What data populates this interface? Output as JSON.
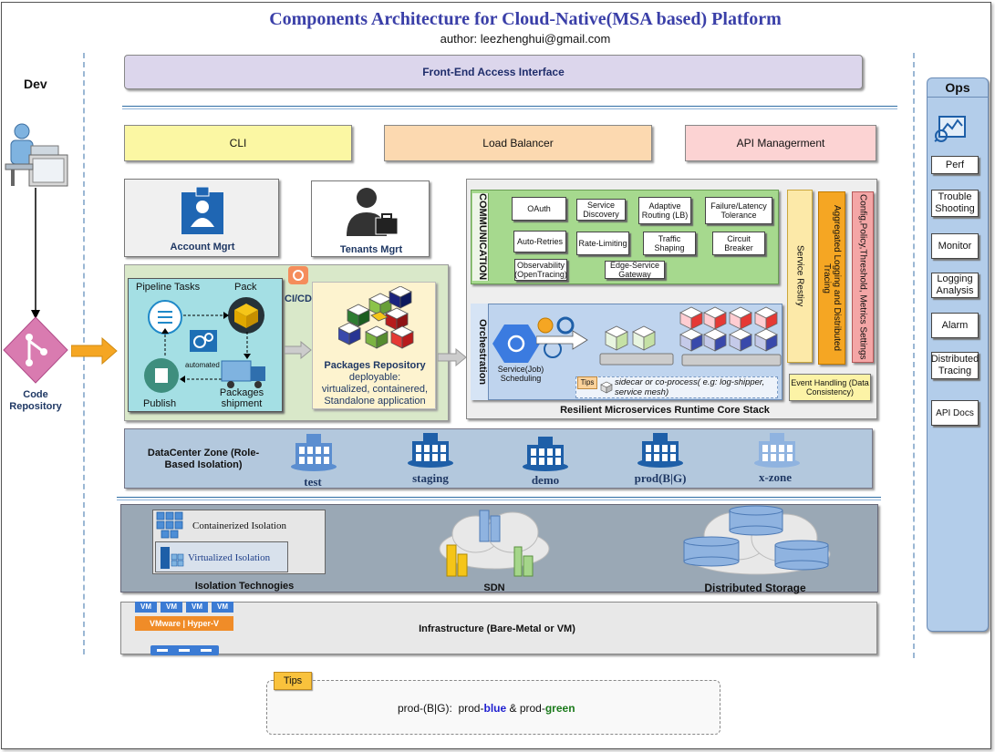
{
  "title": "Components Architecture for Cloud-Native(MSA based) Platform",
  "author": "author: leezhenghui@gmail.com",
  "dev": {
    "label": "Dev",
    "code_repo": "Code Repository"
  },
  "ops": {
    "label": "Ops",
    "items": [
      "Perf",
      "Trouble Shooting",
      "Monitor",
      "Logging Analysis",
      "Alarm",
      "Distributed Tracing",
      "API Docs"
    ]
  },
  "frontend": "Front-End Access Interface",
  "access": {
    "cli": "CLI",
    "lb": "Load Balancer",
    "api": "API Managerment"
  },
  "account": "Account Mgrt",
  "tenants": "Tenants Mgrt",
  "cicd": {
    "label": "CI/CD",
    "pipeline_tasks": "Pipeline Tasks",
    "pack": "Pack",
    "automated": "automated",
    "publish": "Publish",
    "packages_shipment": "Packages shipment"
  },
  "packages_repo": {
    "title": "Packages Repository",
    "line1": "deployable:",
    "line2": "virtualized, containered,",
    "line3": "Standalone application"
  },
  "communication": {
    "label": "COMMUNICATION",
    "items": [
      "OAuth",
      "Service Discovery",
      "Adaptive Routing (LB)",
      "Failure/Latency Tolerance",
      "Auto-Retries",
      "Rate-Limiting",
      "Traffic Shaping",
      "Circuit Breaker",
      "Observability (OpenTracing)",
      "Edge-Service Gateway"
    ]
  },
  "orchestration": {
    "label": "Orchestration",
    "scheduling": "Service(Job) Scheduling",
    "tips_badge": "Tips",
    "tips_text": "sidecar or co-process( e.g: log-shipper, service mesh)"
  },
  "runtime_stack": "Resilient Microservices Runtime Core Stack",
  "service_registry": "Service Restiry",
  "agg_logging": "Aggregated Logging and Distributed Tracing",
  "config": "Config,Policy,Threshold, Metrics Settings",
  "event_handling": "Event Handling (Data Consistency)",
  "datacenter": {
    "label": "DataCenter Zone (Role-Based Isolation)",
    "zones": [
      "test",
      "staging",
      "demo",
      "prod(B|G)",
      "x-zone"
    ]
  },
  "isolation": {
    "label": "Isolation Technogies",
    "containerized": "Containerized Isolation",
    "virtualized": "Virtualized Isolation"
  },
  "sdn": "SDN",
  "storage": "Distributed Storage",
  "infra": {
    "label": "Infrastructure (Bare-Metal or VM)",
    "vm": "VM",
    "hypervisor": "VMware | Hyper-V"
  },
  "tips": {
    "badge": "Tips",
    "prefix": "prod-(B|G):  prod-",
    "blue": "blue",
    "mid": " & prod-",
    "green": "green"
  },
  "colors": {
    "title": "#3a3fa8",
    "blue": "#1f1fd0",
    "green": "#1b7a1b"
  }
}
